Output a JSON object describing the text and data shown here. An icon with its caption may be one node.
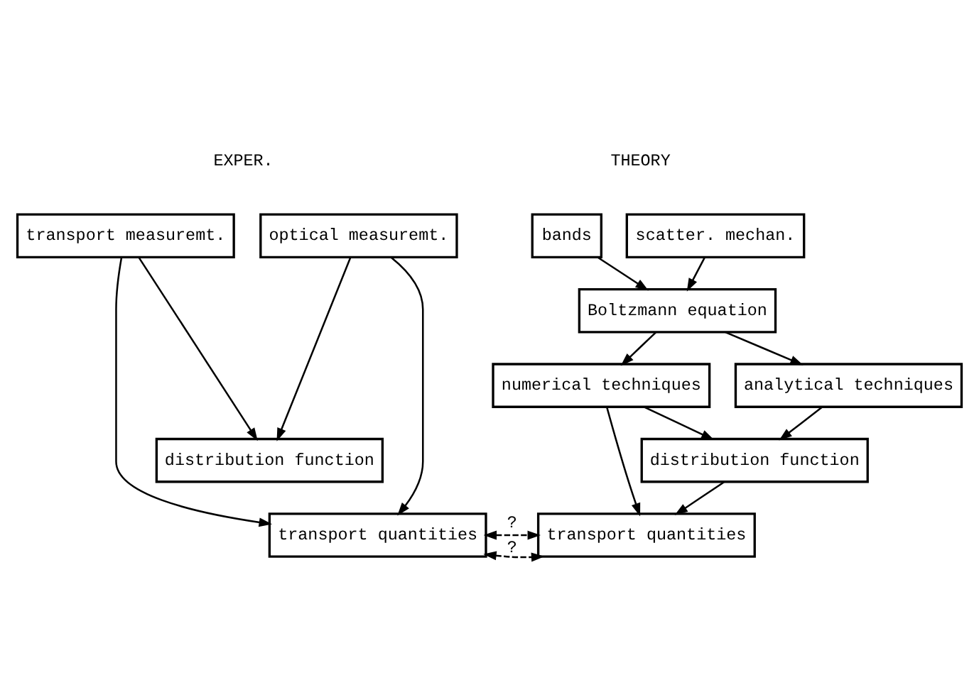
{
  "diagram": {
    "nodes": [
      {
        "text": [
          "bands"
        ]
      },
      {
        "text": [
          "scatter. mechan."
        ]
      },
      {
        "text": [
          "Boltzmann equation"
        ]
      },
      {
        "text": [
          "numerical techniques"
        ]
      },
      {
        "text": [
          "analytical techniques"
        ]
      },
      {
        "text": [
          "distribution function"
        ]
      },
      {
        "text": [
          "transport quantities"
        ]
      },
      {
        "text": [
          "transport measuremt."
        ]
      },
      {
        "text": [
          "optical measuremt."
        ]
      },
      {
        "text": [
          "distribution function"
        ]
      },
      {
        "text": [
          "transport quantities"
        ]
      }
    ],
    "edges": [
      {
        "from": 0,
        "to": 2,
        "arrow": "to"
      },
      {
        "from": 1,
        "to": 2,
        "arrow": "to"
      },
      {
        "from": 2,
        "to": 3,
        "arrow": "to"
      },
      {
        "from": 2,
        "to": 4,
        "arrow": "to"
      },
      {
        "from": 3,
        "to": 5,
        "arrow": "to"
      },
      {
        "from": 4,
        "to": 5,
        "arrow": "to"
      },
      {
        "from": 5,
        "to": 6,
        "arrow": "to"
      },
      {
        "from": 3,
        "to": 6,
        "arrow": "to"
      },
      {
        "from": 7,
        "to": 9,
        "arrow": "to"
      },
      {
        "from": 8,
        "to": 9,
        "arrow": "to"
      },
      {
        "from": 7,
        "to": 10,
        "arrow": "to"
      },
      {
        "from": 8,
        "to": 10,
        "arrow": "to"
      },
      {
        "from": 10,
        "to": 6,
        "arrow": "both",
        "label": "?",
        "style": "dashed"
      },
      {
        "from": 10,
        "to": 6,
        "arrow": "both",
        "label": "?",
        "style": "dashed"
      }
    ],
    "labels": [
      "THEORY",
      "EXPER."
    ]
  }
}
